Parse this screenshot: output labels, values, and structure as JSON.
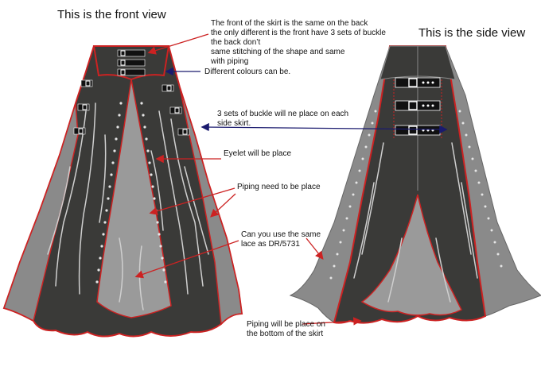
{
  "headings": {
    "front": "This is the front view",
    "side": "This is the side view"
  },
  "notes": {
    "front_back": [
      "The front of the skirt is the same on the back",
      "the only different is the front have 3 sets of buckle",
      "the back don’t",
      "same stitching of the shape and same",
      "with piping"
    ],
    "colours": "Different colours can be.",
    "buckles": [
      "3 sets of buckle will ne place on each",
      "side skirt."
    ],
    "eyelet": "Eyelet will be place",
    "piping": "Piping need to be place",
    "lace": [
      "Can you use the same",
      "lace as DR/5731"
    ],
    "bottom_piping": [
      "Piping will be place on",
      "the bottom of the skirt"
    ]
  },
  "colors": {
    "fabric_dark": "#3a3a38",
    "fabric_grey": "#8a8a8a",
    "fabric_light": "#b4b4b4",
    "piping": "#cc2222",
    "arrow_red": "#cc2222",
    "arrow_blue": "#1a1a6e",
    "stitch": "#cfcfcf"
  }
}
